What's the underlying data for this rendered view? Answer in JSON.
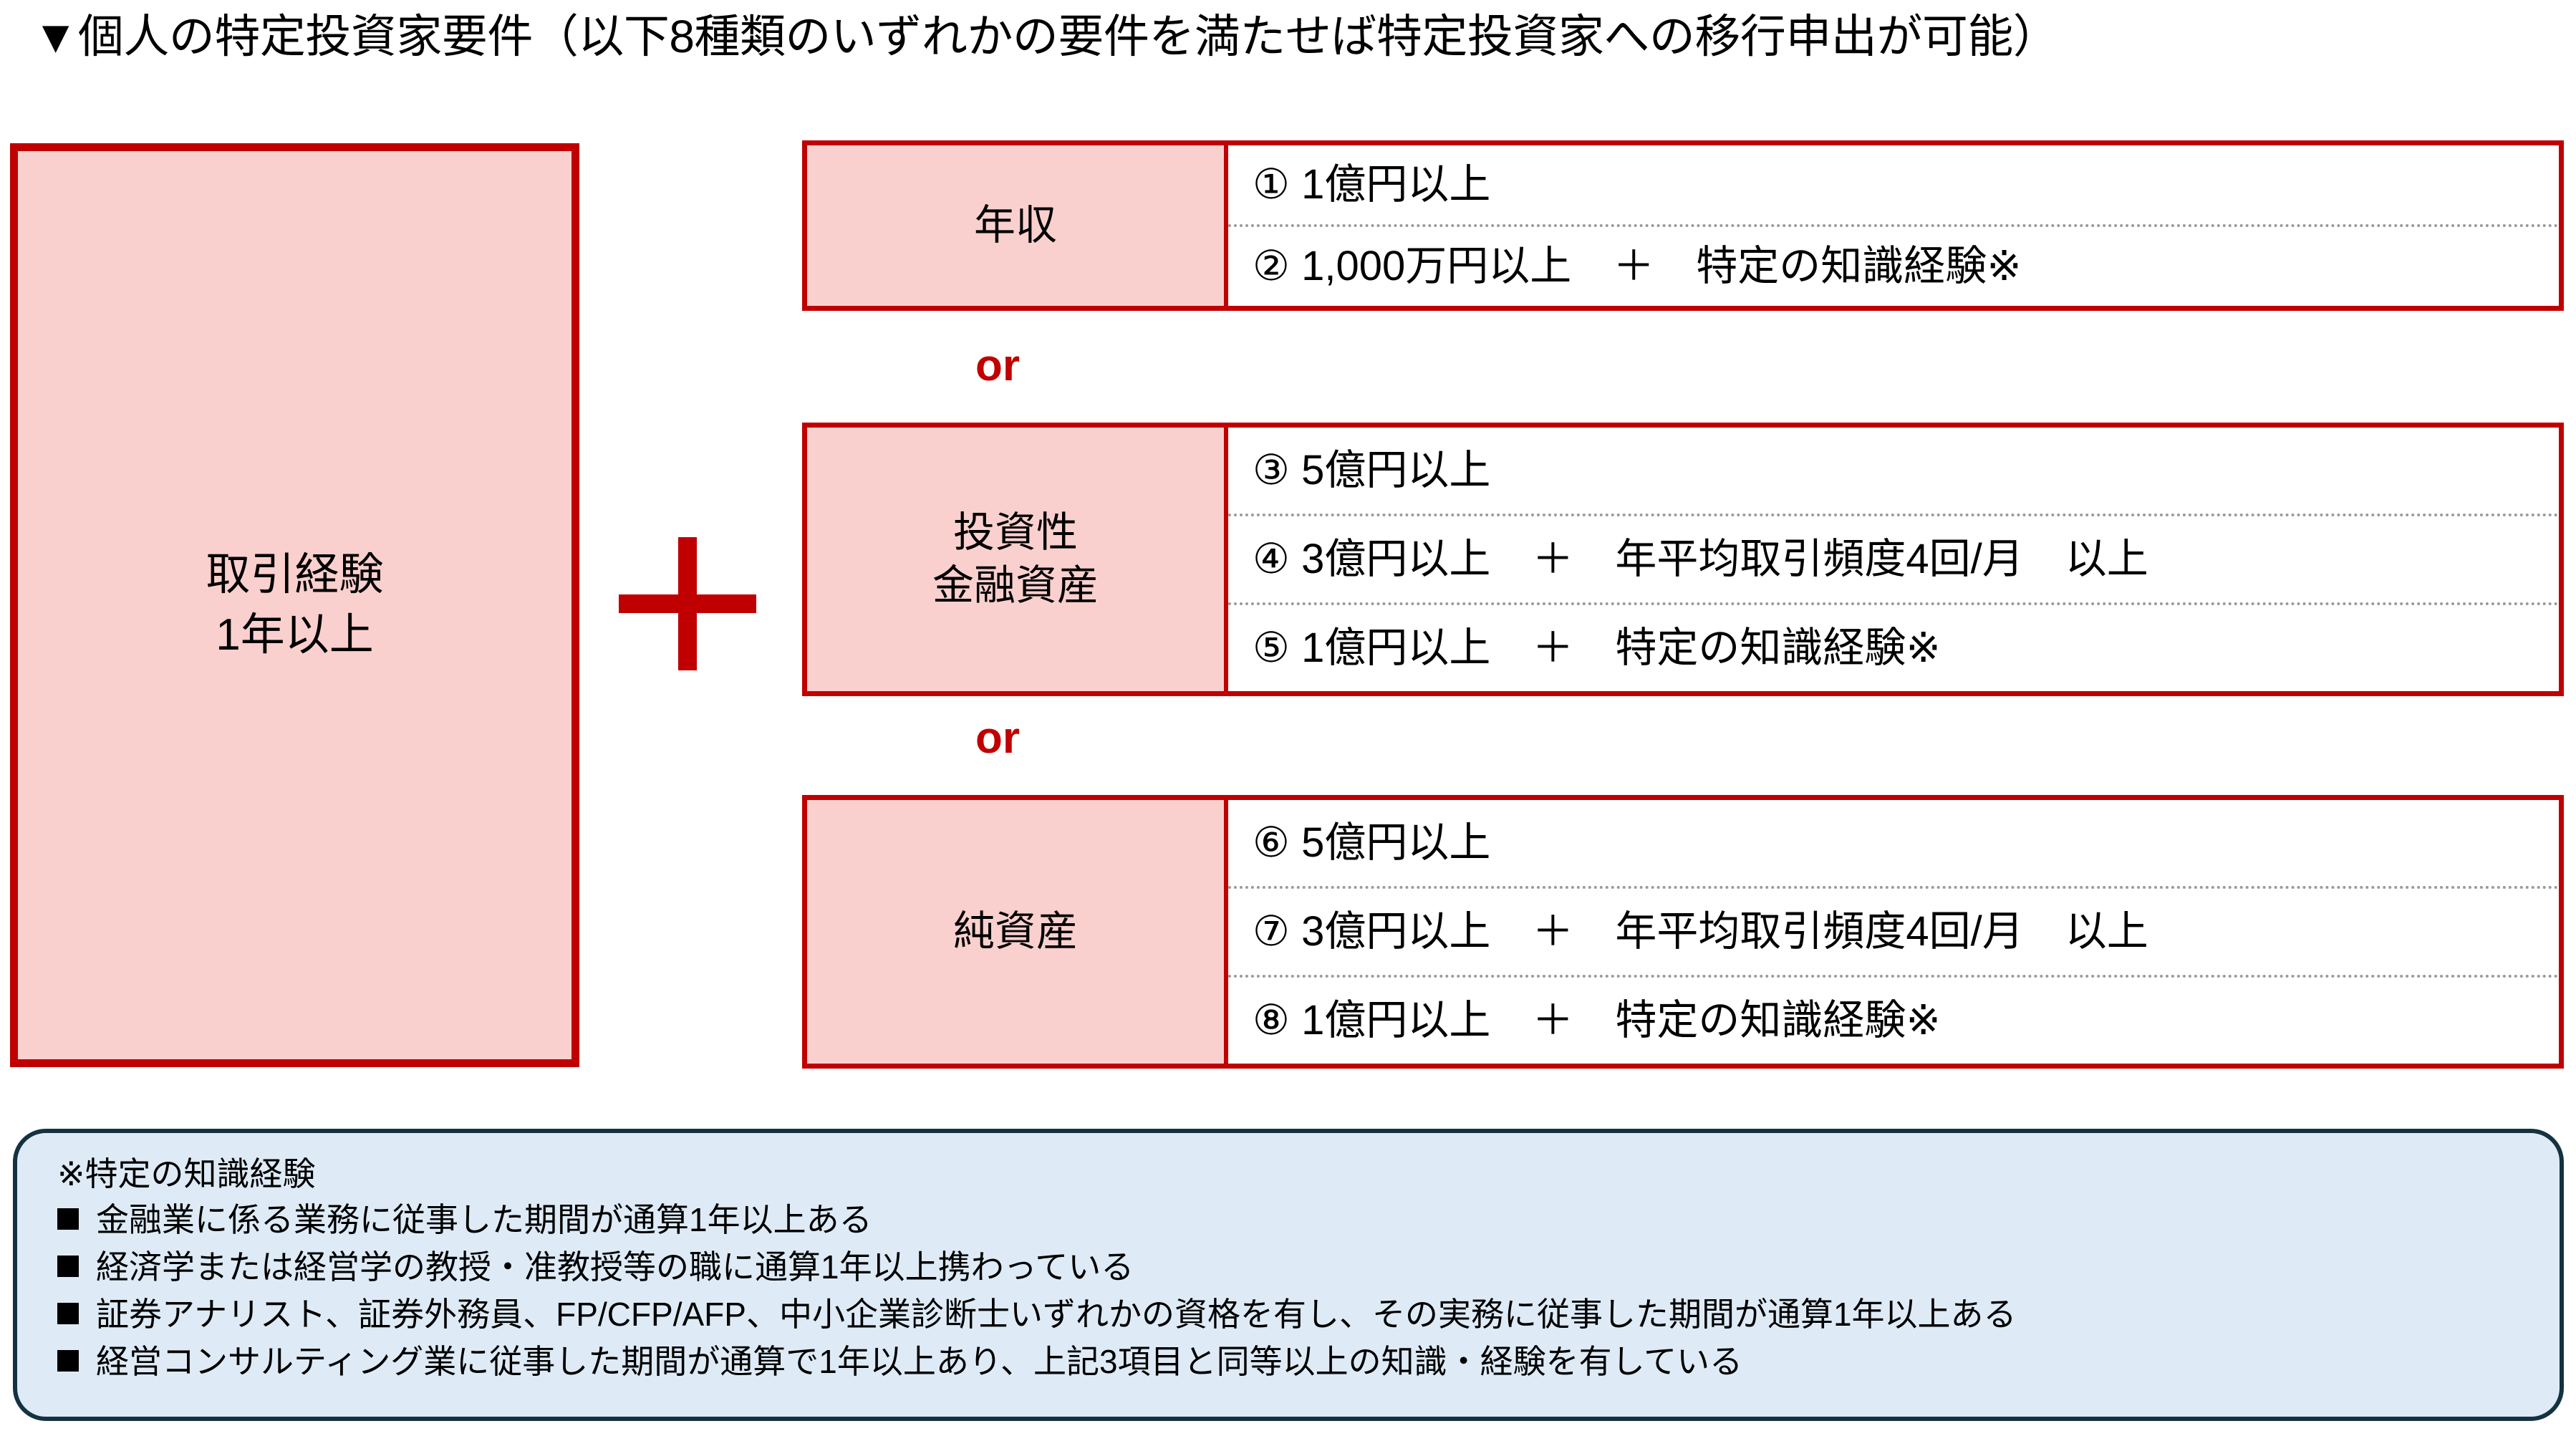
{
  "title": "▼個人の特定投資家要件（以下8種類のいずれかの要件を満たせば特定投資家への移行申出が可能）",
  "colors": {
    "red_border": "#C00000",
    "pink_fill": "#FAD0CE",
    "note_fill": "#DEEBF7",
    "note_border": "#14323F",
    "text": "#000000"
  },
  "base_condition": {
    "label": "取引経験\n1年以上"
  },
  "operator": {
    "symbol": "+",
    "name": "plus-sign"
  },
  "connectors": [
    {
      "label": "or"
    },
    {
      "label": "or"
    }
  ],
  "groups": [
    {
      "id": "income",
      "label": "年収",
      "rows": [
        {
          "number": "①",
          "text": "① 1億円以上"
        },
        {
          "number": "②",
          "text": "② 1,000万円以上　＋　特定の知識経験※"
        }
      ]
    },
    {
      "id": "assets",
      "label": "投資性\n金融資産",
      "rows": [
        {
          "number": "③",
          "text": "③ 5億円以上"
        },
        {
          "number": "④",
          "text": "④ 3億円以上　＋　年平均取引頻度4回/月　以上"
        },
        {
          "number": "⑤",
          "text": "⑤ 1億円以上　＋　特定の知識経験※"
        }
      ]
    },
    {
      "id": "networth",
      "label": "純資産",
      "rows": [
        {
          "number": "⑥",
          "text": "⑥ 5億円以上"
        },
        {
          "number": "⑦",
          "text": "⑦ 3億円以上　＋　年平均取引頻度4回/月　以上"
        },
        {
          "number": "⑧",
          "text": "⑧ 1億円以上　＋　特定の知識経験※"
        }
      ]
    }
  ],
  "note": {
    "heading": "※特定の知識経験",
    "items": [
      {
        "text": "金融業に係る業務に従事した期間が通算1年以上ある"
      },
      {
        "text": "経済学または経営学の教授・准教授等の職に通算1年以上携わっている"
      },
      {
        "text": "証券アナリスト、証券外務員、FP/CFP/AFP、中小企業診断士いずれかの資格を有し、その実務に従事した期間が通算1年以上ある"
      },
      {
        "text": "経営コンサルティング業に従事した期間が通算で1年以上あり、上記3項目と同等以上の知識・経験を有している"
      }
    ]
  }
}
